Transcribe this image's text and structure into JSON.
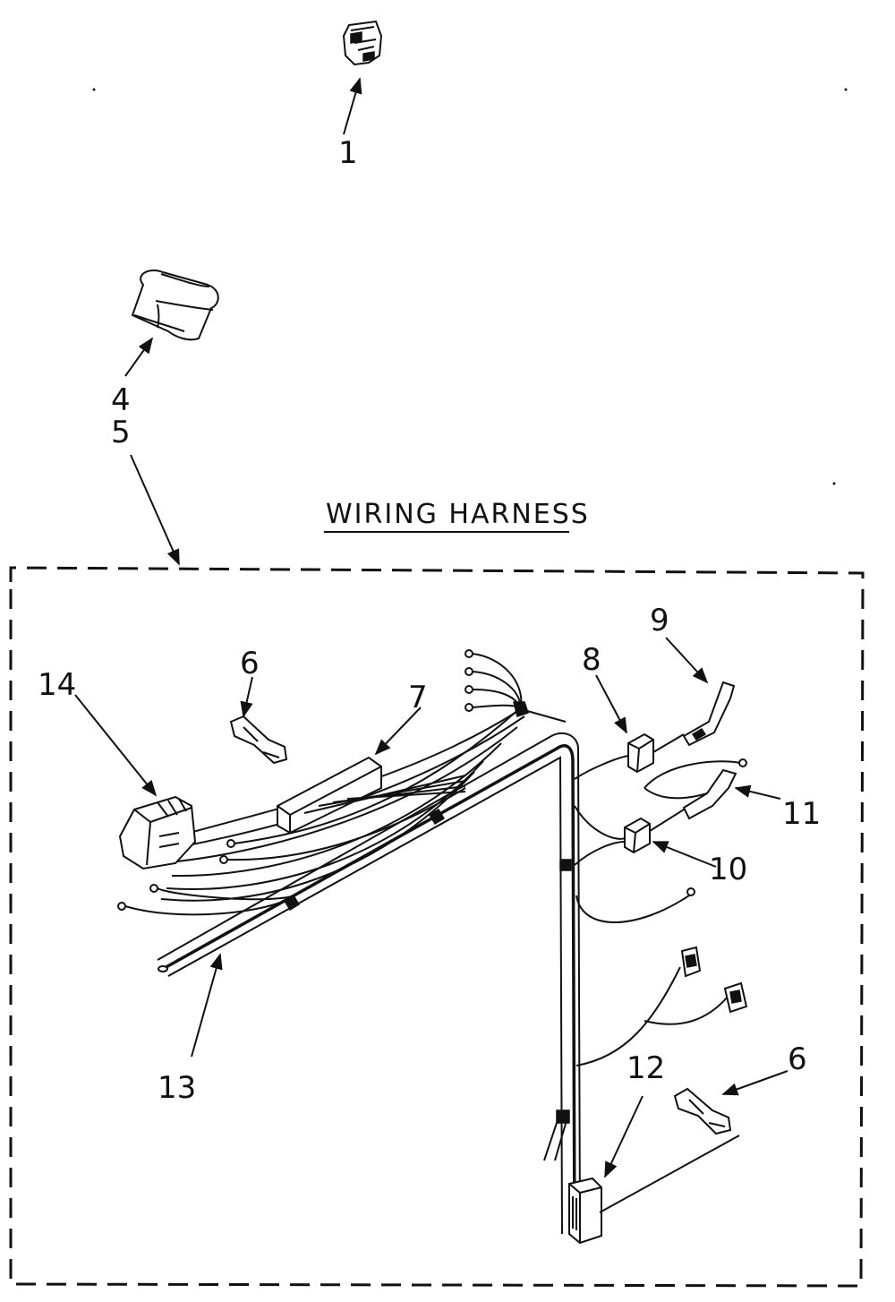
{
  "title": "WIRING HARNESS",
  "callouts": {
    "c1": "1",
    "c4": "4",
    "c5": "5",
    "c6a": "6",
    "c7": "7",
    "c8": "8",
    "c9": "9",
    "c10": "10",
    "c11": "11",
    "c12": "12",
    "c13": "13",
    "c14": "14",
    "c6b": "6"
  }
}
